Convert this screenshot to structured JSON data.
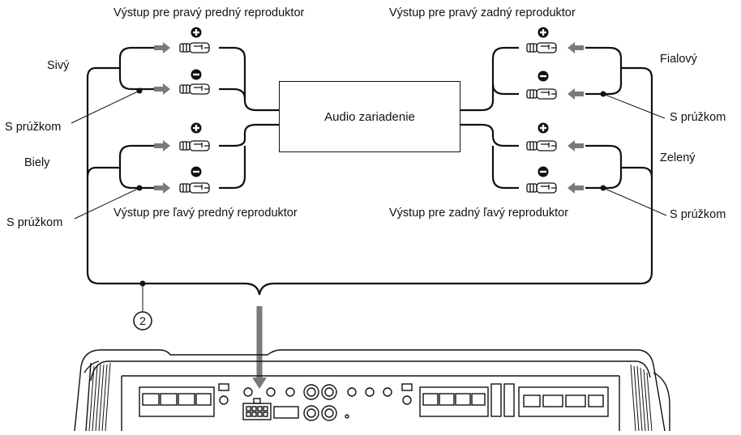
{
  "labels": {
    "front_right": "Výstup pre pravý predný reproduktor",
    "rear_right": "Výstup pre pravý zadný reproduktor",
    "front_left": "Výstup pre ľavý predný reproduktor",
    "rear_left": "Výstup pre zadný ľavý reproduktor",
    "device": "Audio zariadenie",
    "gray": "Sivý",
    "white": "Biely",
    "violet": "Fialový",
    "green": "Zelený",
    "striped": "S prúžkom",
    "harness_ref": "2"
  }
}
